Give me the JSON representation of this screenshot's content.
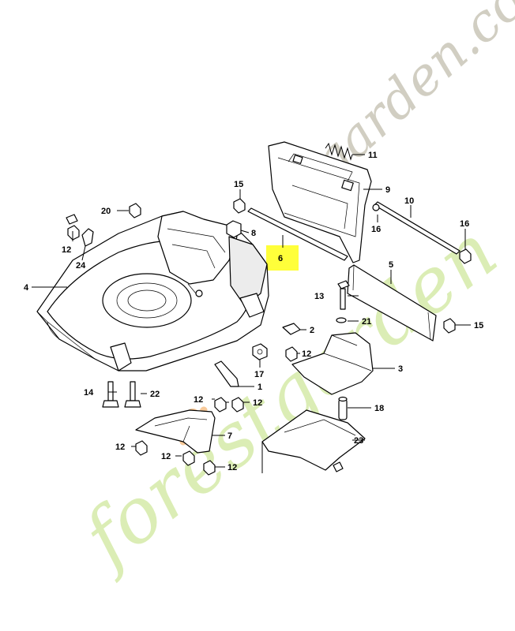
{
  "diagram": {
    "callouts": [
      {
        "id": "c1",
        "label": "1"
      },
      {
        "id": "c2",
        "label": "2"
      },
      {
        "id": "c3",
        "label": "3"
      },
      {
        "id": "c4",
        "label": "4"
      },
      {
        "id": "c5",
        "label": "5"
      },
      {
        "id": "c6",
        "label": "6"
      },
      {
        "id": "c7",
        "label": "7"
      },
      {
        "id": "c8",
        "label": "8"
      },
      {
        "id": "c9",
        "label": "9"
      },
      {
        "id": "c10",
        "label": "10"
      },
      {
        "id": "c11",
        "label": "11"
      },
      {
        "id": "c12a",
        "label": "12"
      },
      {
        "id": "c12b",
        "label": "12"
      },
      {
        "id": "c12c",
        "label": "12"
      },
      {
        "id": "c12d",
        "label": "12"
      },
      {
        "id": "c12e",
        "label": "12"
      },
      {
        "id": "c12f",
        "label": "12"
      },
      {
        "id": "c12g",
        "label": "12"
      },
      {
        "id": "c13",
        "label": "13"
      },
      {
        "id": "c14",
        "label": "14"
      },
      {
        "id": "c15a",
        "label": "15"
      },
      {
        "id": "c15b",
        "label": "15"
      },
      {
        "id": "c16a",
        "label": "16"
      },
      {
        "id": "c16b",
        "label": "16"
      },
      {
        "id": "c17",
        "label": "17"
      },
      {
        "id": "c18",
        "label": "18"
      },
      {
        "id": "c20",
        "label": "20"
      },
      {
        "id": "c21",
        "label": "21"
      },
      {
        "id": "c22",
        "label": "22"
      },
      {
        "id": "c23",
        "label": "23"
      },
      {
        "id": "c24",
        "label": "24"
      }
    ],
    "highlight_color": "#ffff3a"
  },
  "watermarks": {
    "top_right": "garden.com",
    "bottom_left": "forestgarden",
    "top_right_color": "#c9c6b8",
    "bottom_left_color": "#d8ecae",
    "bottom_left_accent": "#f6b26b"
  }
}
